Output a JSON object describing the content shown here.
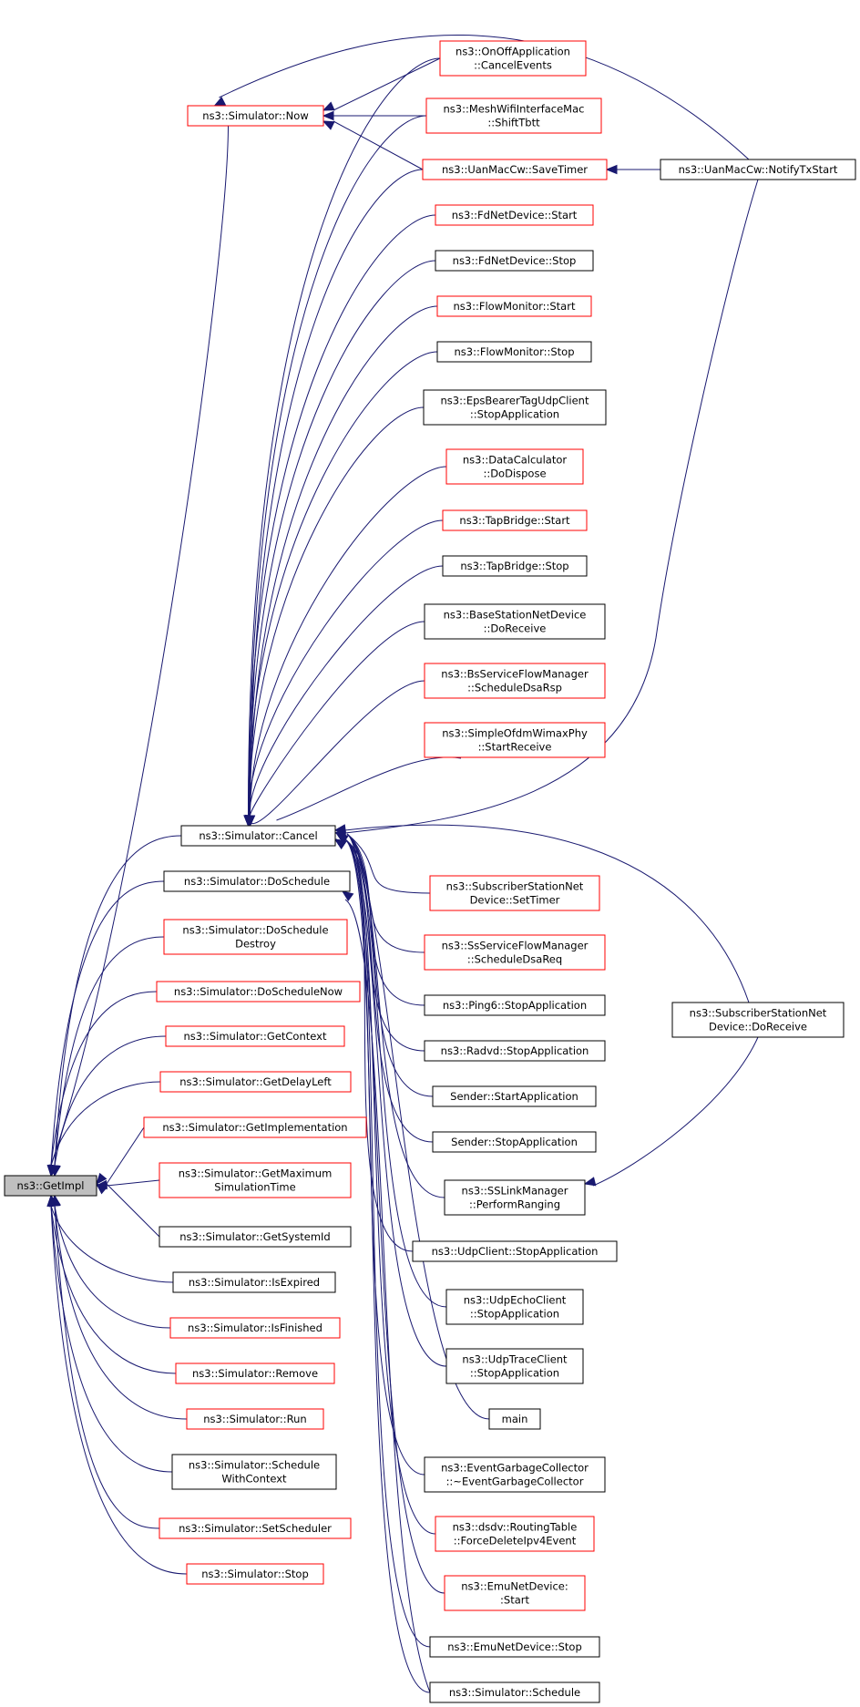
{
  "graph": {
    "nodes": [
      {
        "id": "getimpl",
        "lines": [
          "ns3::GetImpl"
        ],
        "border": "root"
      },
      {
        "id": "now",
        "lines": [
          "ns3::Simulator::Now"
        ],
        "border": "red"
      },
      {
        "id": "cancel",
        "lines": [
          "ns3::Simulator::Cancel"
        ],
        "border": "black"
      },
      {
        "id": "doschedule",
        "lines": [
          "ns3::Simulator::DoSchedule"
        ],
        "border": "black"
      },
      {
        "id": "doscheduledestroy",
        "lines": [
          "ns3::Simulator::DoSchedule",
          "Destroy"
        ],
        "border": "red"
      },
      {
        "id": "doschedulenow",
        "lines": [
          "ns3::Simulator::DoScheduleNow"
        ],
        "border": "red"
      },
      {
        "id": "getcontext",
        "lines": [
          "ns3::Simulator::GetContext"
        ],
        "border": "red"
      },
      {
        "id": "getdelayleft",
        "lines": [
          "ns3::Simulator::GetDelayLeft"
        ],
        "border": "red"
      },
      {
        "id": "getimplementation",
        "lines": [
          "ns3::Simulator::GetImplementation"
        ],
        "border": "red"
      },
      {
        "id": "getmaximum",
        "lines": [
          "ns3::Simulator::GetMaximum",
          "SimulationTime"
        ],
        "border": "red"
      },
      {
        "id": "getsystemid",
        "lines": [
          "ns3::Simulator::GetSystemId"
        ],
        "border": "black"
      },
      {
        "id": "isexpired",
        "lines": [
          "ns3::Simulator::IsExpired"
        ],
        "border": "black"
      },
      {
        "id": "isfinished",
        "lines": [
          "ns3::Simulator::IsFinished"
        ],
        "border": "red"
      },
      {
        "id": "remove",
        "lines": [
          "ns3::Simulator::Remove"
        ],
        "border": "red"
      },
      {
        "id": "run",
        "lines": [
          "ns3::Simulator::Run"
        ],
        "border": "red"
      },
      {
        "id": "schedulewithcontext",
        "lines": [
          "ns3::Simulator::Schedule",
          "WithContext"
        ],
        "border": "black"
      },
      {
        "id": "setscheduler",
        "lines": [
          "ns3::Simulator::SetScheduler"
        ],
        "border": "red"
      },
      {
        "id": "stop",
        "lines": [
          "ns3::Simulator::Stop"
        ],
        "border": "red"
      },
      {
        "id": "onoff",
        "lines": [
          "ns3::OnOffApplication",
          "::CancelEvents"
        ],
        "border": "red"
      },
      {
        "id": "meshwifi",
        "lines": [
          "ns3::MeshWifiInterfaceMac",
          "::ShiftTbtt"
        ],
        "border": "red"
      },
      {
        "id": "uansavetimer",
        "lines": [
          "ns3::UanMacCw::SaveTimer"
        ],
        "border": "red"
      },
      {
        "id": "uannotify",
        "lines": [
          "ns3::UanMacCw::NotifyTxStart"
        ],
        "border": "black"
      },
      {
        "id": "fdstart",
        "lines": [
          "ns3::FdNetDevice::Start"
        ],
        "border": "red"
      },
      {
        "id": "fdstop",
        "lines": [
          "ns3::FdNetDevice::Stop"
        ],
        "border": "black"
      },
      {
        "id": "flowstart",
        "lines": [
          "ns3::FlowMonitor::Start"
        ],
        "border": "red"
      },
      {
        "id": "flowstop",
        "lines": [
          "ns3::FlowMonitor::Stop"
        ],
        "border": "black"
      },
      {
        "id": "epsbearer",
        "lines": [
          "ns3::EpsBearerTagUdpClient",
          "::StopApplication"
        ],
        "border": "black"
      },
      {
        "id": "datacalc",
        "lines": [
          "ns3::DataCalculator",
          "::DoDispose"
        ],
        "border": "red"
      },
      {
        "id": "tapstart",
        "lines": [
          "ns3::TapBridge::Start"
        ],
        "border": "red"
      },
      {
        "id": "tapstop",
        "lines": [
          "ns3::TapBridge::Stop"
        ],
        "border": "black"
      },
      {
        "id": "basestation",
        "lines": [
          "ns3::BaseStationNetDevice",
          "::DoReceive"
        ],
        "border": "black"
      },
      {
        "id": "bsservice",
        "lines": [
          "ns3::BsServiceFlowManager",
          "::ScheduleDsaRsp"
        ],
        "border": "red"
      },
      {
        "id": "simpleofdm",
        "lines": [
          "ns3::SimpleOfdmWimaxPhy",
          "::StartReceive"
        ],
        "border": "red"
      },
      {
        "id": "subsettimer",
        "lines": [
          "ns3::SubscriberStationNet",
          "Device::SetTimer"
        ],
        "border": "red"
      },
      {
        "id": "ssservice",
        "lines": [
          "ns3::SsServiceFlowManager",
          "::ScheduleDsaReq"
        ],
        "border": "red"
      },
      {
        "id": "ping6",
        "lines": [
          "ns3::Ping6::StopApplication"
        ],
        "border": "black"
      },
      {
        "id": "radvd",
        "lines": [
          "ns3::Radvd::StopApplication"
        ],
        "border": "black"
      },
      {
        "id": "senderstart",
        "lines": [
          "Sender::StartApplication"
        ],
        "border": "black"
      },
      {
        "id": "senderstop",
        "lines": [
          "Sender::StopApplication"
        ],
        "border": "black"
      },
      {
        "id": "sslink",
        "lines": [
          "ns3::SSLinkManager",
          "::PerformRanging"
        ],
        "border": "black"
      },
      {
        "id": "subdoreceive",
        "lines": [
          "ns3::SubscriberStationNet",
          "Device::DoReceive"
        ],
        "border": "black"
      },
      {
        "id": "udpclient",
        "lines": [
          "ns3::UdpClient::StopApplication"
        ],
        "border": "black"
      },
      {
        "id": "udpecho",
        "lines": [
          "ns3::UdpEchoClient",
          "::StopApplication"
        ],
        "border": "black"
      },
      {
        "id": "udptrace",
        "lines": [
          "ns3::UdpTraceClient",
          "::StopApplication"
        ],
        "border": "black"
      },
      {
        "id": "main",
        "lines": [
          "main"
        ],
        "border": "black"
      },
      {
        "id": "eventgc",
        "lines": [
          "ns3::EventGarbageCollector",
          "::~EventGarbageCollector"
        ],
        "border": "black"
      },
      {
        "id": "dsdv",
        "lines": [
          "ns3::dsdv::RoutingTable",
          "::ForceDeleteIpv4Event"
        ],
        "border": "red"
      },
      {
        "id": "emustart",
        "lines": [
          "ns3::EmuNetDevice:",
          ":Start"
        ],
        "border": "red"
      },
      {
        "id": "emustop",
        "lines": [
          "ns3::EmuNetDevice::Stop"
        ],
        "border": "black"
      },
      {
        "id": "schedule",
        "lines": [
          "ns3::Simulator::Schedule"
        ],
        "border": "black"
      }
    ]
  }
}
